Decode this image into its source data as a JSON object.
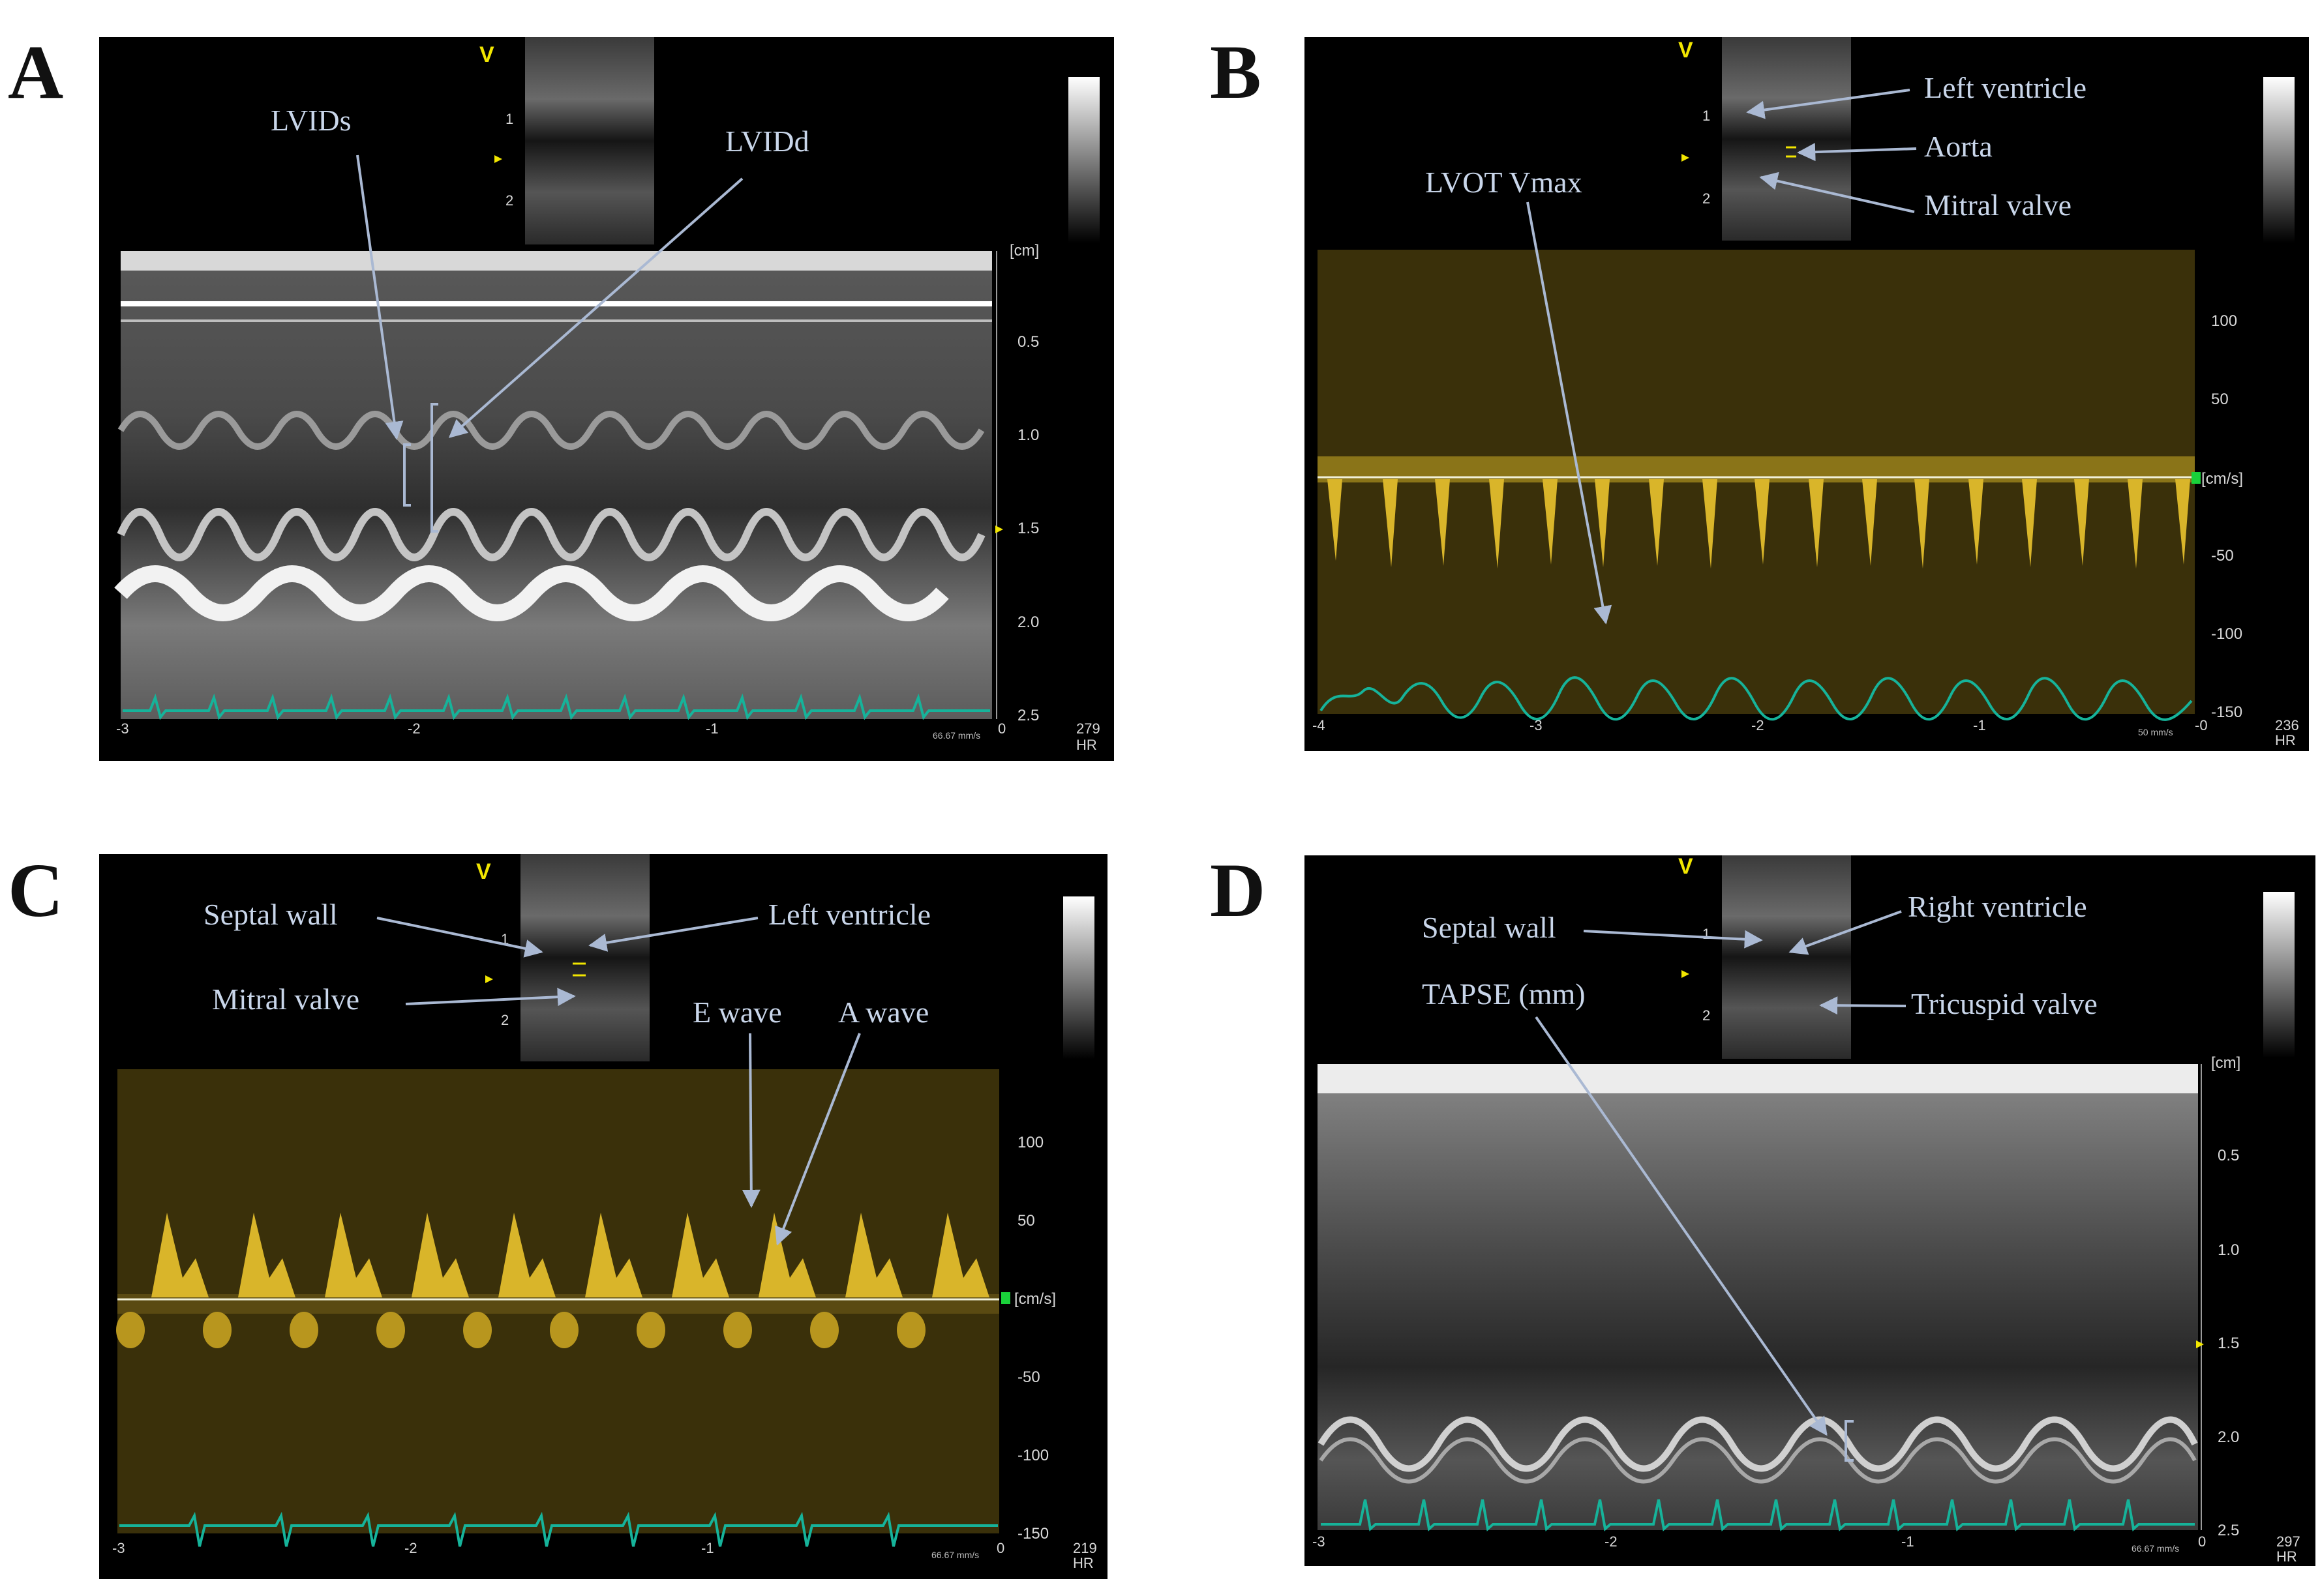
{
  "panels": {
    "A": {
      "label": "A",
      "annotations": {
        "lvids": "LVIDs",
        "lvidd": "LVIDd"
      },
      "depth_unit": "[cm]",
      "depth_ticks": [
        "0.5",
        "1.0",
        "1.5",
        "2.0",
        "2.5"
      ],
      "time_ticks": [
        "-3",
        "-2",
        "-1",
        "0"
      ],
      "sweep_speed": "66.67 mm/s",
      "hr_value": "279",
      "hr_label": "HR",
      "thumb_ticks": [
        "1",
        "2"
      ],
      "v_marker": "V"
    },
    "B": {
      "label": "B",
      "annotations": {
        "left_ventricle": "Left ventricle",
        "aorta": "Aorta",
        "mitral_valve": "Mitral valve",
        "lvot_vmax": "LVOT Vmax"
      },
      "velocity_unit": "[cm/s]",
      "velocity_ticks": [
        "100",
        "50",
        "-50",
        "-100",
        "-150"
      ],
      "time_ticks": [
        "-4",
        "-3",
        "-2",
        "-1",
        "-0"
      ],
      "sweep_speed": "50 mm/s",
      "hr_value": "236",
      "hr_label": "HR",
      "thumb_ticks": [
        "1",
        "2"
      ],
      "v_marker": "V"
    },
    "C": {
      "label": "C",
      "annotations": {
        "septal_wall": "Septal wall",
        "left_ventricle": "Left ventricle",
        "mitral_valve": "Mitral valve",
        "e_wave": "E wave",
        "a_wave": "A wave"
      },
      "velocity_unit": "[cm/s]",
      "velocity_ticks": [
        "100",
        "50",
        "-50",
        "-100",
        "-150"
      ],
      "time_ticks": [
        "-3",
        "-2",
        "-1",
        "0"
      ],
      "sweep_speed": "66.67 mm/s",
      "hr_value": "219",
      "hr_label": "HR",
      "thumb_ticks": [
        "1",
        "2"
      ],
      "v_marker": "V"
    },
    "D": {
      "label": "D",
      "annotations": {
        "septal_wall": "Septal wall",
        "right_ventricle": "Right ventricle",
        "tapse": "TAPSE (mm)",
        "tricuspid_valve": "Tricuspid valve"
      },
      "depth_unit": "[cm]",
      "depth_ticks": [
        "0.5",
        "1.0",
        "1.5",
        "2.0",
        "2.5"
      ],
      "time_ticks": [
        "-3",
        "-2",
        "-1",
        "0"
      ],
      "sweep_speed": "66.67 mm/s",
      "hr_value": "297",
      "hr_label": "HR",
      "thumb_ticks": [
        "1",
        "2"
      ],
      "v_marker": "V"
    }
  },
  "colors": {
    "screen_bg": "#000000",
    "doppler_bg": "#3a300a",
    "doppler_signal": "#e0c22a",
    "ecg_trace": "#16b39a",
    "annotation_text": "#c9d6ea",
    "annotation_arrow": "#aab9d3",
    "marker_yellow": "#f2e600"
  }
}
